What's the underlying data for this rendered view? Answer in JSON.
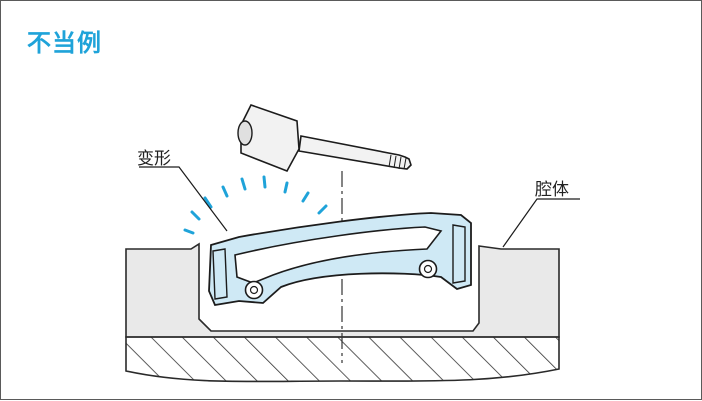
{
  "title": "不当例",
  "labels": {
    "deformation": "变形",
    "cavity": "腔体"
  },
  "colors": {
    "title": "#1fa3d9",
    "seal_fill": "#cfe9f5",
    "seal_stroke": "#1c1c1c",
    "body_fill": "#e9e9e9",
    "impact_marks": "#1fa3d9"
  },
  "icons": {
    "hammer": "hammer-icon"
  }
}
